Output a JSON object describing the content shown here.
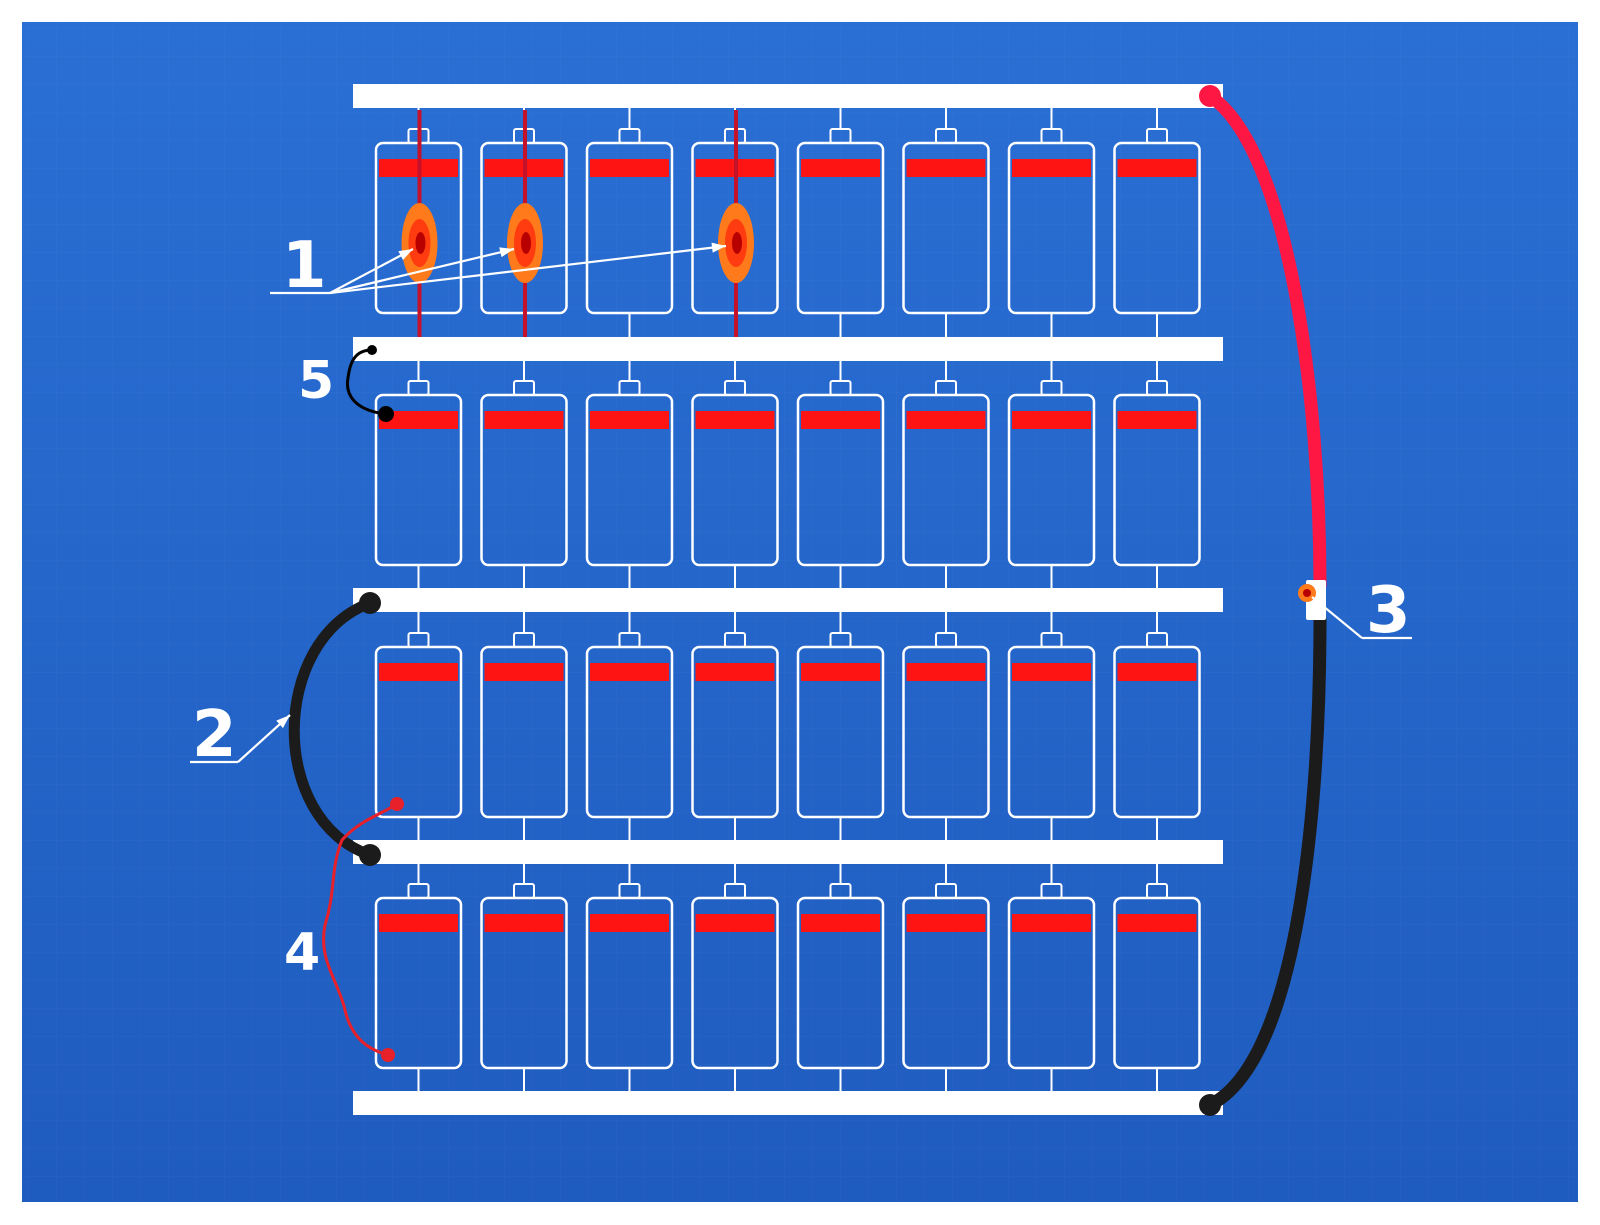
{
  "colors": {
    "background": "#2a6fd4",
    "background_dark": "#1f5cbf",
    "busbar": "#ffffff",
    "cell_outline": "#ffffff",
    "cell_band": "#ff1414",
    "positive_cable": "#ff1744",
    "negative_cable": "#1b1b1b",
    "hotspot_outer": "#ff7a1a",
    "hotspot_mid": "#ff3b10",
    "hotspot_core": "#b80000",
    "thin_wire_red": "#e8202a",
    "thin_wire_black": "#000000",
    "pointer": "#ffffff"
  },
  "pack": {
    "rows": 4,
    "cells_per_row": 8,
    "damaged_cells_row1": [
      1,
      2,
      4
    ]
  },
  "callouts": [
    {
      "id": "1",
      "label": "1"
    },
    {
      "id": "2",
      "label": "2"
    },
    {
      "id": "3",
      "label": "3"
    },
    {
      "id": "4",
      "label": "4"
    },
    {
      "id": "5",
      "label": "5"
    }
  ]
}
